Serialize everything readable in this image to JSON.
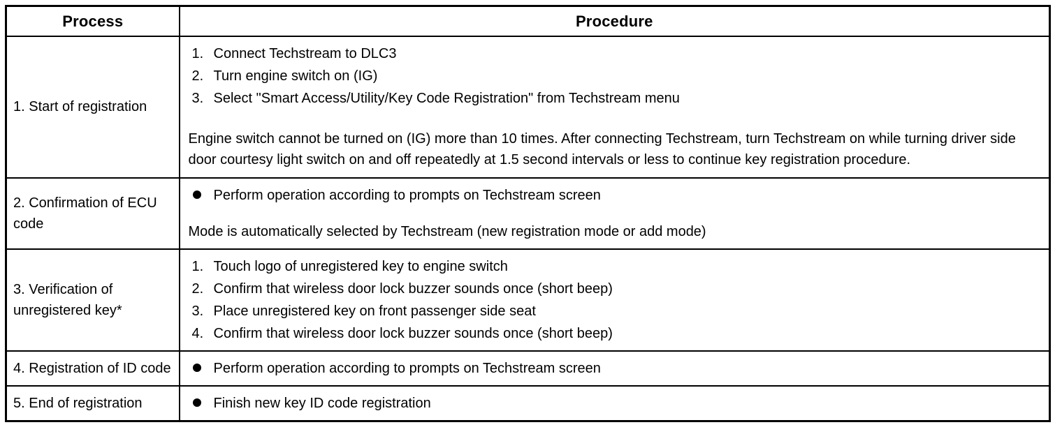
{
  "table": {
    "headers": {
      "process": "Process",
      "procedure": "Procedure"
    },
    "rows": [
      {
        "process": "1. Start of registration",
        "procedure": {
          "type": "ordered-with-note",
          "items": [
            {
              "num": "1.",
              "text": "Connect Techstream to DLC3"
            },
            {
              "num": "2.",
              "text": "Turn engine switch on (IG)"
            },
            {
              "num": "3.",
              "text": "Select \"Smart Access/Utility/Key Code Registration\" from Techstream menu"
            }
          ],
          "note": "Engine switch cannot be turned on (IG) more than 10 times. After connecting Techstream, turn Techstream on while turning driver side door courtesy light switch on and off repeatedly at 1.5 second intervals or less to continue key registration procedure."
        }
      },
      {
        "process": "2. Confirmation of ECU code",
        "procedure": {
          "type": "bullet-with-note",
          "items": [
            {
              "text": "Perform operation according to prompts on Techstream screen"
            }
          ],
          "note": "Mode is automatically selected by Techstream (new registration mode or add mode)"
        }
      },
      {
        "process": "3. Verification of unregistered key*",
        "procedure": {
          "type": "ordered",
          "items": [
            {
              "num": "1.",
              "text": "Touch logo of unregistered key to engine switch"
            },
            {
              "num": "2.",
              "text": "Confirm that wireless door lock buzzer sounds once (short beep)"
            },
            {
              "num": "3.",
              "text": "Place unregistered key on front passenger side seat"
            },
            {
              "num": "4.",
              "text": "Confirm that wireless door lock buzzer sounds once (short beep)"
            }
          ]
        }
      },
      {
        "process": "4. Registration of ID code",
        "procedure": {
          "type": "bullet",
          "items": [
            {
              "text": "Perform operation according to prompts on Techstream screen"
            }
          ]
        }
      },
      {
        "process": "5. End of registration",
        "procedure": {
          "type": "bullet",
          "items": [
            {
              "text": "Finish new key ID code registration"
            }
          ]
        }
      }
    ]
  },
  "colors": {
    "border": "#000000",
    "text": "#000000",
    "background": "#ffffff"
  }
}
